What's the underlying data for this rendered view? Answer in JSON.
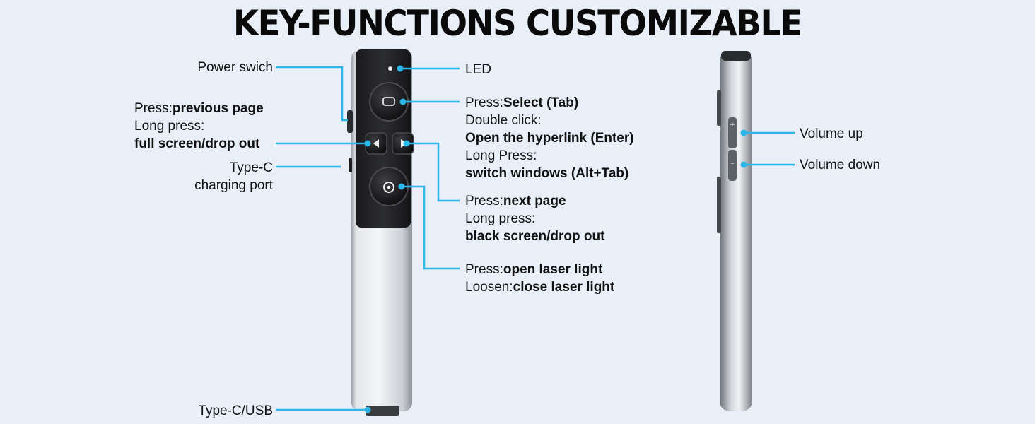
{
  "title": "KEY-FUNCTIONS CUSTOMIZABLE",
  "accent_color": "#2fb6e8",
  "icons": [
    "select-button-icon",
    "previous-page-arrow-icon",
    "next-page-arrow-icon",
    "laser-button-icon",
    "led-indicator-icon",
    "plus-icon",
    "minus-icon"
  ],
  "labels": {
    "power_switch": "Power swich",
    "prev_l1_pre": "Press:",
    "prev_l1_bold": "previous page",
    "prev_l2": "Long press:",
    "prev_l3": "full screen/drop out",
    "typec_l1": "Type-C",
    "typec_l2": "charging port",
    "typec_usb": "Type-C/USB",
    "led": "LED",
    "select_l1_pre": "Press:",
    "select_l1_bold": "Select (Tab)",
    "select_l2": "Double click:",
    "select_l3": "Open the hyperlink (Enter)",
    "select_l4": "Long Press:",
    "select_l5": "switch windows (Alt+Tab)",
    "next_l1_pre": "Press:",
    "next_l1_bold": "next page",
    "next_l2": "Long press:",
    "next_l3": "black screen/drop out",
    "laser_l1_pre": "Press:",
    "laser_l1_bold": "open laser light",
    "laser_l2_pre": "Loosen:",
    "laser_l2_bold": "close laser light",
    "volume_up": "Volume up",
    "volume_down": "Volume down"
  }
}
